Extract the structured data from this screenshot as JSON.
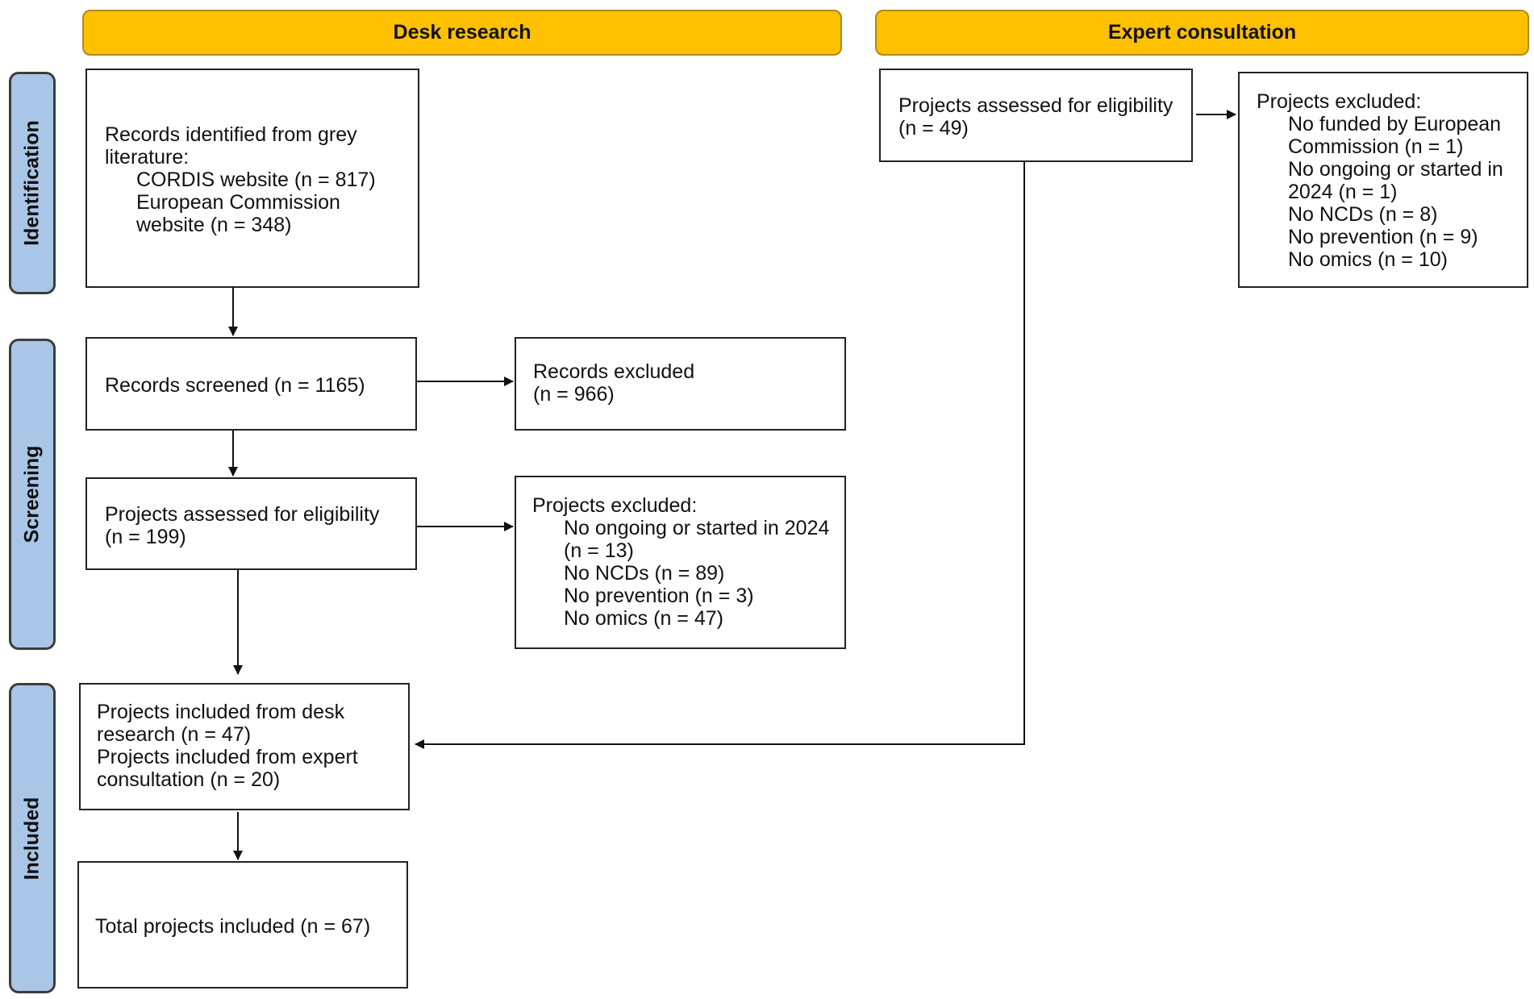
{
  "headers": {
    "desk": "Desk research",
    "expert": "Expert consultation"
  },
  "phases": {
    "identification": "Identification",
    "screening": "Screening",
    "included": "Included"
  },
  "boxes": {
    "records_identified": {
      "intro_1": "Records identified from grey",
      "intro_2": "literature:",
      "item_1": "CORDIS website (n = 817)",
      "item_2a": "European Commission",
      "item_2b": "website (n = 348)"
    },
    "records_screened": {
      "line_1": "Records screened (n = 1165)"
    },
    "records_excluded": {
      "line_1": "Records excluded",
      "line_2": "(n = 966)"
    },
    "desk_assessed": {
      "line_1": "Projects assessed for eligibility",
      "line_2": "(n = 199)"
    },
    "desk_excluded": {
      "heading": "Projects excluded:",
      "item_1a": "No ongoing or started in 2024",
      "item_1b": "(n = 13)",
      "item_2": "No NCDs (n = 89)",
      "item_3": "No prevention (n = 3)",
      "item_4": "No omics (n = 47)"
    },
    "expert_assessed": {
      "line_1": "Projects assessed for eligibility",
      "line_2": "(n = 49)"
    },
    "expert_excluded": {
      "heading": "Projects excluded:",
      "item_1a": "No funded by European",
      "item_1b": "Commission (n = 1)",
      "item_2a": "No ongoing or started in",
      "item_2b": "2024 (n = 1)",
      "item_3": "No NCDs (n = 8)",
      "item_4": "No prevention (n = 9)",
      "item_5": "No omics (n = 10)"
    },
    "included_sources": {
      "line_1": "Projects included from desk",
      "line_2": "research (n = 47)",
      "line_3": "Projects included from expert",
      "line_4": "consultation (n = 20)"
    },
    "total_included": {
      "line_1": "Total projects included (n = 67)"
    }
  }
}
